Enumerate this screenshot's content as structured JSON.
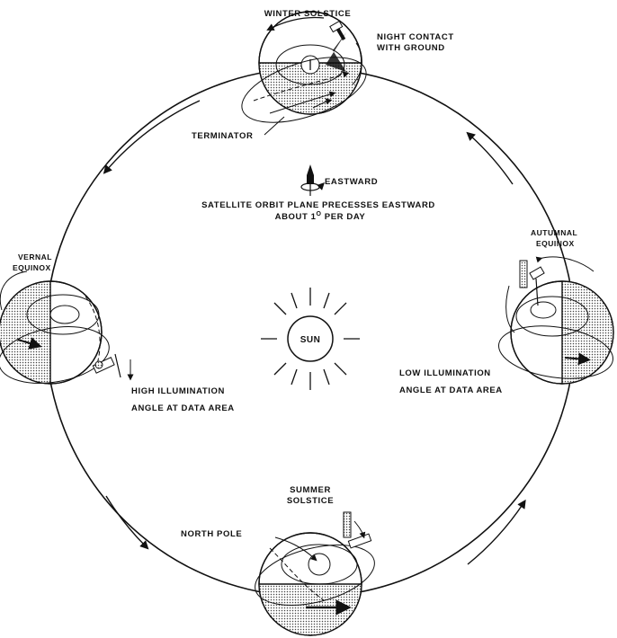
{
  "labels": {
    "winter_solstice": "WINTER SOLSTICE",
    "night_contact_1": "NIGHT CONTACT",
    "night_contact_2": "WITH GROUND",
    "terminator": "TERMINATOR",
    "eastward": "EASTWARD",
    "precess_1": "SATELLITE ORBIT PLANE PRECESSES EASTWARD",
    "precess_2_pre": "ABOUT 1",
    "precess_2_sup": "O",
    "precess_2_post": " PER DAY",
    "vernal_1": "VERNAL",
    "vernal_2": "EQUINOX",
    "autumnal_1": "AUTUMNAL",
    "autumnal_2": "EQUINOX",
    "sun": "SUN",
    "high_illum_1": "HIGH ILLUMINATION",
    "high_illum_2": "ANGLE AT DATA AREA",
    "low_illum_1": "LOW ILLUMINATION",
    "low_illum_2": "ANGLE AT DATA AREA",
    "summer_1": "SUMMER",
    "summer_2": "SOLSTICE",
    "north_pole": "NORTH POLE"
  },
  "colors": {
    "ink": "#111111",
    "background": "#ffffff",
    "shade": "#9a9a9a"
  }
}
